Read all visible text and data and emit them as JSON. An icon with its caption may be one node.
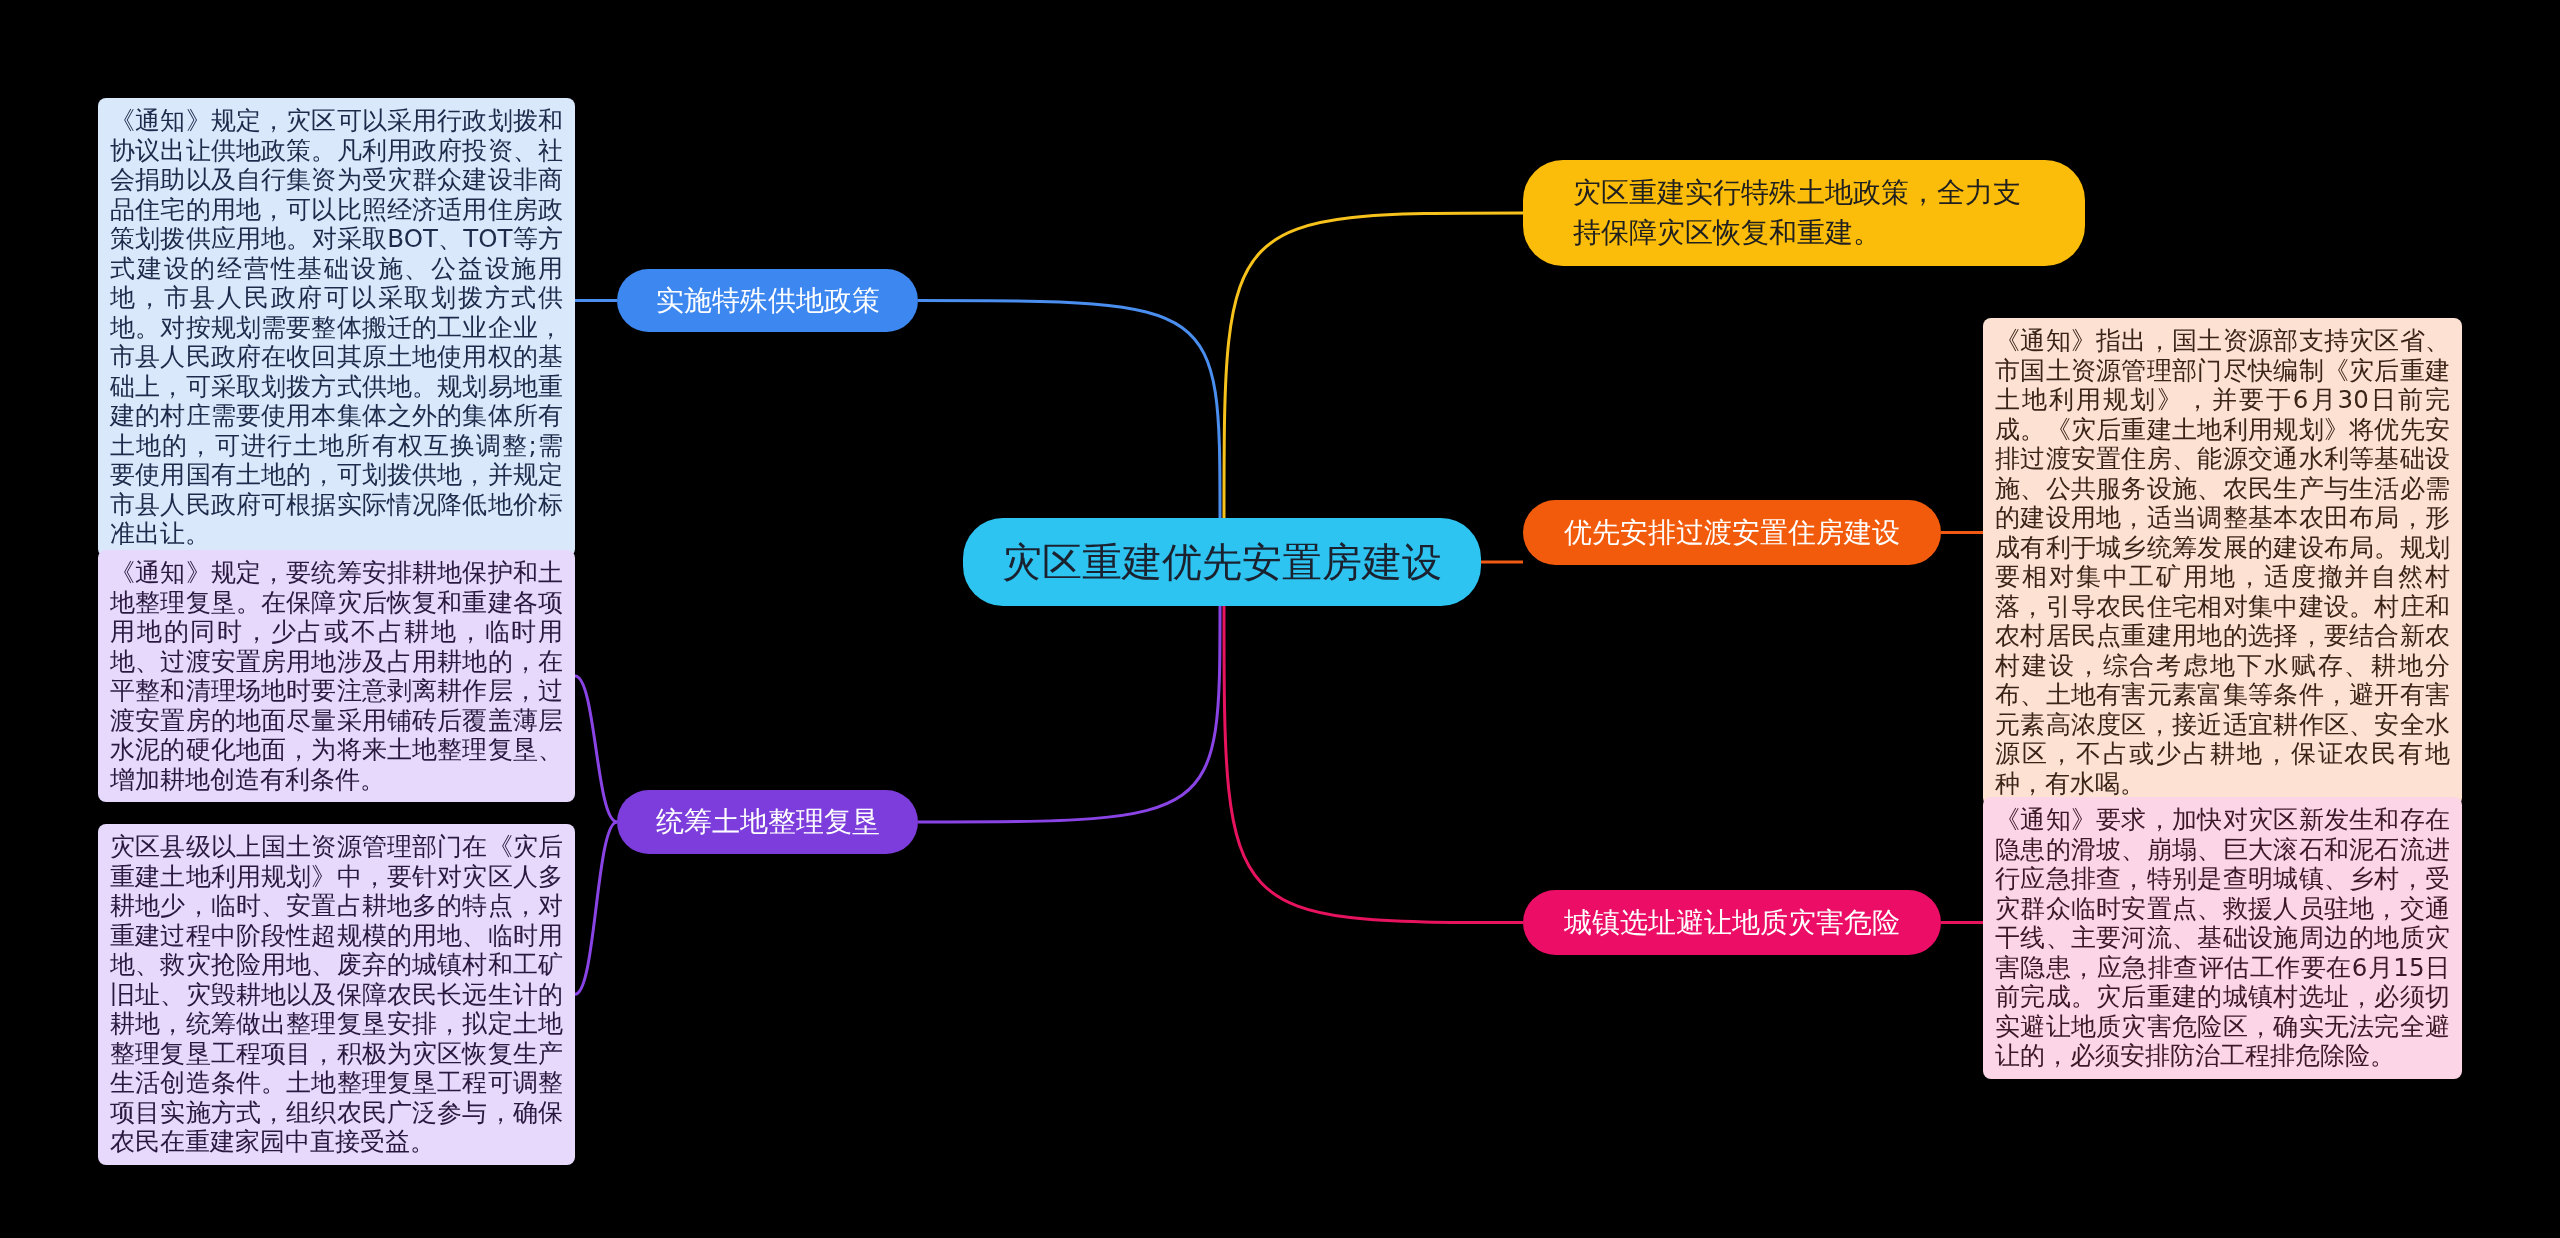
{
  "diagram": {
    "nodes": [
      {
        "text": [
          "灾区重建优先安置房建设"
        ]
      },
      {
        "text": [
          "实施特殊供地政策"
        ]
      },
      {
        "text": [
          "统筹土地整理复垦"
        ]
      },
      {
        "text": [
          "灾区重建实行特殊土地政策，全力支持保障灾区恢复和重建。"
        ]
      },
      {
        "text": [
          "优先安排过渡安置住房建设"
        ]
      },
      {
        "text": [
          "城镇选址避让地质灾害危险"
        ]
      },
      {
        "text": [
          "《通知》规定，灾区可以采用行政划拨和协议出让供地政策。凡利用政府投资、社会捐助以及自行集资为受灾群众建设非商品住宅的用地，可以比照经济适用住房政策划拨供应用地。对采取BOT、TOT等方式建设的经营性基础设施、公益设施用地，市县人民政府可以采取划拨方式供地。对按规划需要整体搬迁的工业企业，市县人民政府在收回其原土地使用权的基础上，可采取划拨方式供地。规划易地重建的村庄需要使用本集体之外的集体所有土地的，可进行土地所有权互换调整;需要使用国有土地的，可划拨供地，并规定市县人民政府可根据实际情况降低地价标准出让。"
        ]
      },
      {
        "text": [
          "《通知》规定，要统筹安排耕地保护和土地整理复垦。在保障灾后恢复和重建各项用地的同时，少占或不占耕地，临时用地、过渡安置房用地涉及占用耕地的，在平整和清理场地时要注意剥离耕作层，过渡安置房的地面尽量采用铺砖后覆盖薄层水泥的硬化地面，为将来土地整理复垦、增加耕地创造有利条件。"
        ]
      },
      {
        "text": [
          "灾区县级以上国土资源管理部门在《灾后重建土地利用规划》中，要针对灾区人多耕地少，临时、安置占耕地多的特点，对重建过程中阶段性超规模的用地、临时用地、救灾抢险用地、废弃的城镇村和工矿旧址、灾毁耕地以及保障农民长远生计的耕地，统筹做出整理复垦安排，拟定土地整理复垦工程项目，积极为灾区恢复生产生活创造条件。土地整理复垦工程可调整项目实施方式，组织农民广泛参与，确保农民在重建家园中直接受益。"
        ]
      },
      {
        "text": [
          "《通知》指出，国土资源部支持灾区省、市国土资源管理部门尽快编制《灾后重建土地利用规划》，并要于6月30日前完成。《灾后重建土地利用规划》将优先安排过渡安置住房、能源交通水利等基础设施、公共服务设施、农民生产与生活必需的建设用地，适当调整基本农田布局，形成有利于城乡统筹发展的建设布局。规划要相对集中工矿用地，适度撤并自然村落，引导农民住宅相对集中建设。村庄和农村居民点重建用地的选择，要结合新农村建设，综合考虑地下水赋存、耕地分布、土地有害元素富集等条件，避开有害元素高浓度区，接近适宜耕作区、安全水源区，不占或少占耕地，保证农民有地种，有水喝。"
        ]
      },
      {
        "text": [
          "《通知》要求，加快对灾区新发生和存在隐患的滑坡、崩塌、巨大滚石和泥石流进行应急排查，特别是查明城镇、乡村，受灾群众临时安置点、救援人员驻地，交通干线、主要河流、基础设施周边的地质灾害隐患，应急排查评估工作要在6月15日前完成。灾后重建的城镇村选址，必须切实避让地质灾害危险区，确实无法完全避让的，必须安排防治工程排危除险。"
        ]
      }
    ],
    "edges": [
      {
        "from": 0,
        "to": 1,
        "arrow": "none",
        "color": "#4a8ff0"
      },
      {
        "from": 0,
        "to": 2,
        "arrow": "none",
        "color": "#8a44e6"
      },
      {
        "from": 0,
        "to": 3,
        "arrow": "none",
        "color": "#f8c21c"
      },
      {
        "from": 0,
        "to": 4,
        "arrow": "none",
        "color": "#f05a14"
      },
      {
        "from": 0,
        "to": 5,
        "arrow": "none",
        "color": "#e8135f"
      },
      {
        "from": 1,
        "to": 6,
        "arrow": "none",
        "color": "#4a8ff0"
      },
      {
        "from": 2,
        "to": 7,
        "arrow": "none",
        "color": "#8a44e6"
      },
      {
        "from": 2,
        "to": 8,
        "arrow": "none",
        "color": "#8a44e6"
      },
      {
        "from": 4,
        "to": 9,
        "arrow": "none",
        "color": "#f05a14"
      },
      {
        "from": 5,
        "to": 10,
        "arrow": "none",
        "color": "#e8135f"
      }
    ]
  }
}
